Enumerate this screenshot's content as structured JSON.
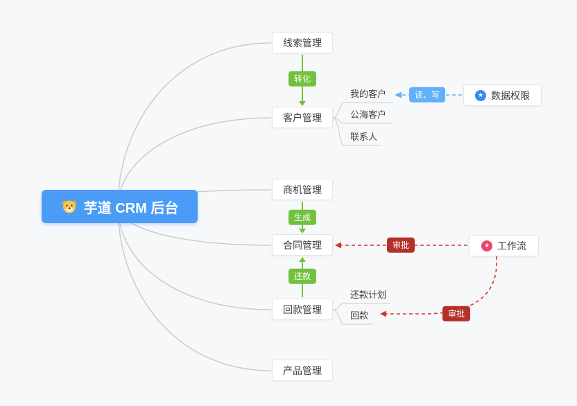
{
  "root": {
    "label": "芋道 CRM 后台"
  },
  "modules": [
    {
      "label": "线索管理"
    },
    {
      "label": "客户管理"
    },
    {
      "label": "商机管理"
    },
    {
      "label": "合同管理"
    },
    {
      "label": "回款管理"
    },
    {
      "label": "产品管理"
    }
  ],
  "customer_children": [
    {
      "label": "我的客户"
    },
    {
      "label": "公海客户"
    },
    {
      "label": "联系人"
    }
  ],
  "receivable_children": [
    {
      "label": "还款计划"
    },
    {
      "label": "回款"
    }
  ],
  "external": [
    {
      "label": "数据权限"
    },
    {
      "label": "工作流"
    }
  ],
  "badges": {
    "convert": "转化",
    "generate": "生成",
    "repay": "还款",
    "read_write": "读、写",
    "approve_contract": "审批",
    "approve_receivable": "审批"
  },
  "icons": {
    "root": "dog-face-icon",
    "star_glyph": "★",
    "data_permission": "star-circle-icon-blue",
    "workflow": "star-circle-icon-pink"
  },
  "colors": {
    "root_bg": "#4a9cf6",
    "green_badge": "#72c13e",
    "blue_badge": "#61b0f8",
    "dark_red_badge": "#b63029",
    "red_dashed_line": "#ce352a",
    "blue_dashed_line": "#62aef5",
    "green_line": "#72c13e",
    "gray_line": "#c9cbcd",
    "blue_star_icon": "#2f8ef5",
    "pink_star_icon": "#f0426b"
  }
}
